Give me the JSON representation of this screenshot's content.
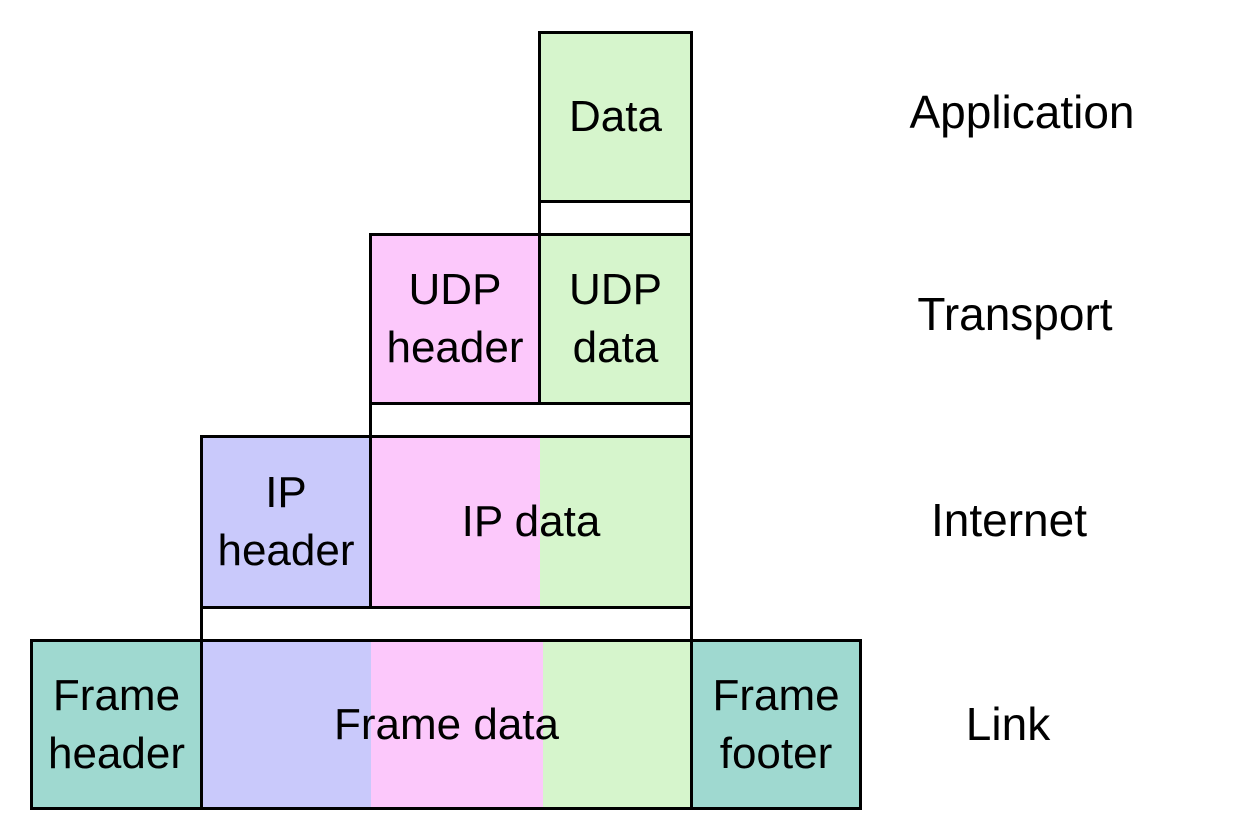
{
  "colors": {
    "data_green": "#d6f5cc",
    "udp_pink": "#fcc8fb",
    "ip_blue": "#c9c9fb",
    "frame_teal": "#9fd9d0",
    "border": "#000000"
  },
  "application": {
    "data": "Data"
  },
  "transport": {
    "udp_header": "UDP\nheader",
    "udp_data": "UDP\ndata"
  },
  "internet": {
    "ip_header": "IP\nheader",
    "ip_data": "IP data"
  },
  "link": {
    "frame_header": "Frame\nheader",
    "frame_data": "Frame data",
    "frame_footer": "Frame\nfooter"
  },
  "layers": {
    "application": "Application",
    "transport": "Transport",
    "internet": "Internet",
    "link": "Link"
  }
}
